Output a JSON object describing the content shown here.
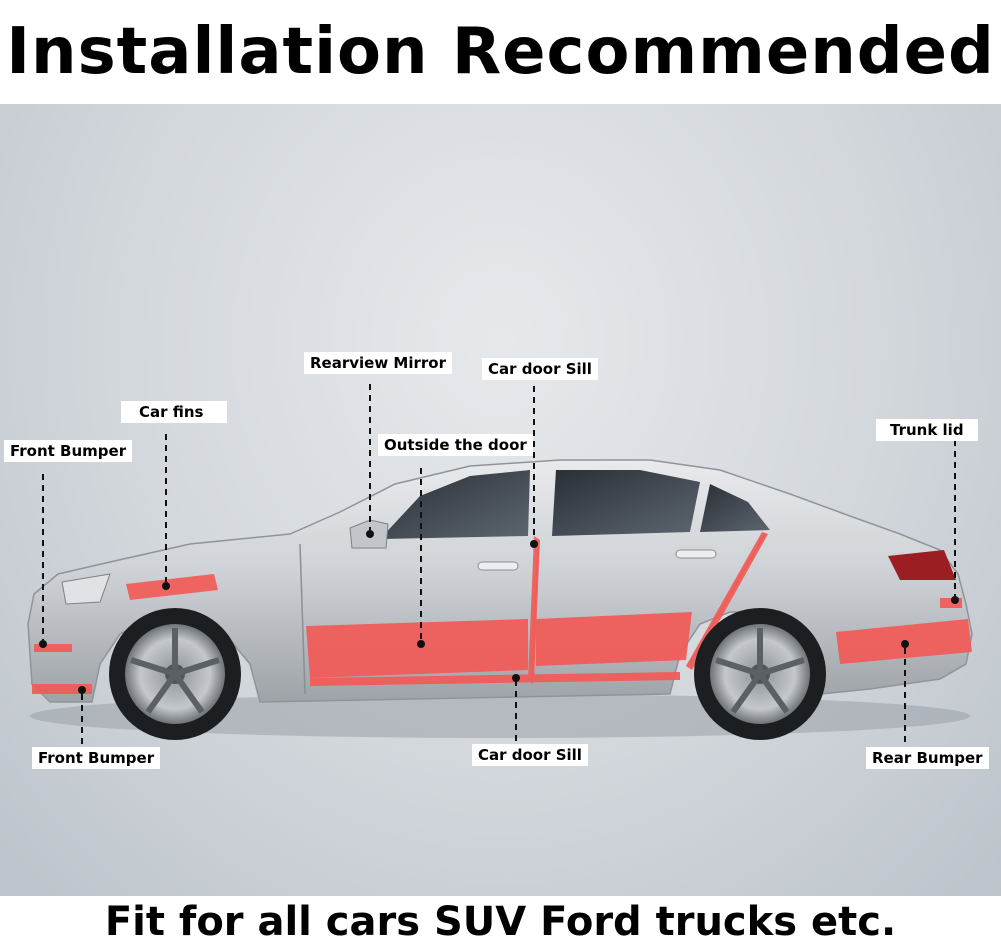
{
  "title": "Installation Recommended",
  "footer": "Fit for all cars SUV Ford trucks etc.",
  "colors": {
    "film": "#f25a57",
    "car_body": "#c9ccd0",
    "background": "#d5dade"
  },
  "labels": {
    "front_bumper_top": "Front Bumper",
    "car_fins": "Car fins",
    "rearview_mirror": "Rearview Mirror",
    "car_door_sill_top": "Car door Sill",
    "outside_the_door": "Outside the door",
    "trunk_lid": "Trunk lid",
    "front_bumper_bottom": "Front Bumper",
    "car_door_sill_bottom": "Car door Sill",
    "rear_bumper": "Rear Bumper"
  }
}
